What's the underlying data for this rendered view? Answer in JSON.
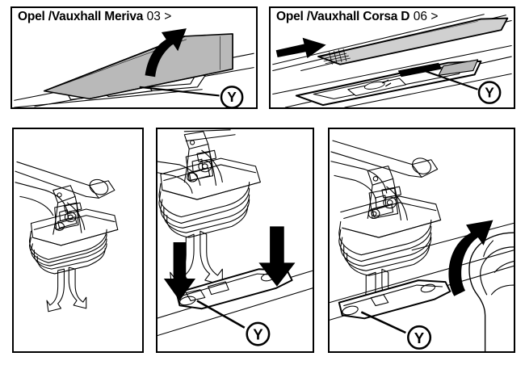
{
  "document": {
    "type": "roof-rack-fitting-instruction-diagram",
    "background_color": "#ffffff",
    "line_color": "#000000",
    "shade_color": "#b9b9b9",
    "shade_color_light": "#d0d0d0"
  },
  "panels": [
    {
      "id": "meriva",
      "title_model": "Opel /Vauxhall Meriva",
      "title_year": "03 >",
      "callout_label": "Y",
      "action": "lift-cover",
      "arrow": "curved-up"
    },
    {
      "id": "corsa",
      "title_model": "Opel /Vauxhall Corsa D",
      "title_year": "06 >",
      "callout_label": "Y",
      "action": "slide-cover",
      "arrow": "straight-right"
    },
    {
      "id": "step1",
      "title_model": "",
      "title_year": "",
      "callout_label": "",
      "action": "rack-foot-overview",
      "arrow": "none"
    },
    {
      "id": "step2",
      "title_model": "",
      "title_year": "",
      "callout_label": "Y",
      "action": "lower-foot-onto-mount",
      "arrow": "two-down"
    },
    {
      "id": "step3",
      "title_model": "",
      "title_year": "",
      "callout_label": "Y",
      "action": "rotate-lever-to-lock",
      "arrow": "curved-clockwise"
    }
  ]
}
